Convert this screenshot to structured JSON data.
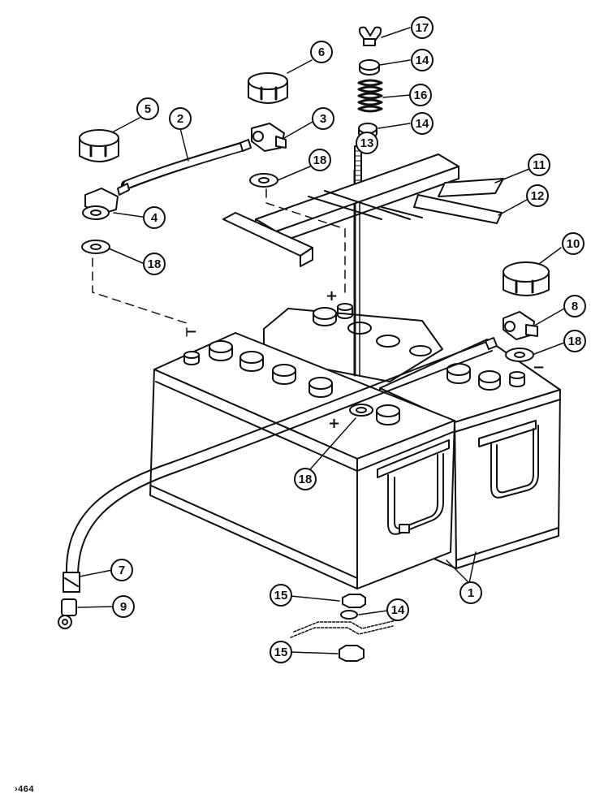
{
  "figure": {
    "code": "›464",
    "signs": {
      "plus": "+",
      "minus": "−"
    }
  },
  "callouts": [
    {
      "id": "c17",
      "label": "17",
      "part": "wing-nut"
    },
    {
      "id": "c6",
      "label": "6",
      "part": "terminal-cap"
    },
    {
      "id": "c14a",
      "label": "14",
      "part": "washer"
    },
    {
      "id": "c16",
      "label": "16",
      "part": "spring"
    },
    {
      "id": "c5",
      "label": "5",
      "part": "terminal-cap"
    },
    {
      "id": "c2",
      "label": "2",
      "part": "short-cable"
    },
    {
      "id": "c3",
      "label": "3",
      "part": "cable-clamp"
    },
    {
      "id": "c14b",
      "label": "14",
      "part": "washer"
    },
    {
      "id": "c13",
      "label": "13",
      "part": "hold-down-rod"
    },
    {
      "id": "c18a",
      "label": "18",
      "part": "felt-washer"
    },
    {
      "id": "c11",
      "label": "11",
      "part": "hold-down-bracket"
    },
    {
      "id": "c12",
      "label": "12",
      "part": "hold-down-bar"
    },
    {
      "id": "c4",
      "label": "4",
      "part": "cable-clamp"
    },
    {
      "id": "c18b",
      "label": "18",
      "part": "felt-washer"
    },
    {
      "id": "c10",
      "label": "10",
      "part": "terminal-cap"
    },
    {
      "id": "c8",
      "label": "8",
      "part": "cable-clamp"
    },
    {
      "id": "c18c",
      "label": "18",
      "part": "felt-washer"
    },
    {
      "id": "c18d",
      "label": "18",
      "part": "felt-washer"
    },
    {
      "id": "c7",
      "label": "7",
      "part": "battery-cable"
    },
    {
      "id": "c1",
      "label": "1",
      "part": "battery"
    },
    {
      "id": "c15a",
      "label": "15",
      "part": "nut"
    },
    {
      "id": "c14c",
      "label": "14",
      "part": "washer"
    },
    {
      "id": "c9",
      "label": "9",
      "part": "cable-terminal"
    },
    {
      "id": "c15b",
      "label": "15",
      "part": "nut"
    }
  ]
}
